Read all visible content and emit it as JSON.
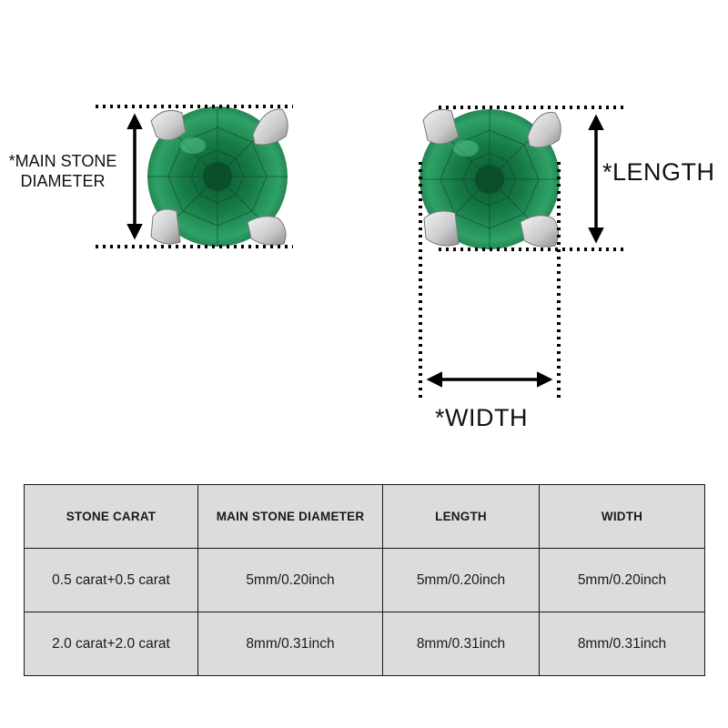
{
  "diagram": {
    "labels": {
      "main_stone_line1": "*MAIN STONE",
      "main_stone_line2": "DIAMETER",
      "length": "*LENGTH",
      "width": "*WIDTH"
    },
    "colors": {
      "gem_dark": "#0b4d2a",
      "gem_mid": "#1f8a52",
      "gem_light": "#4fc48d",
      "prong": "#d8d8d8",
      "line": "#000000"
    }
  },
  "table": {
    "headers": [
      "STONE CARAT",
      "MAIN STONE DIAMETER",
      "LENGTH",
      "WIDTH"
    ],
    "rows": [
      [
        "0.5 carat+0.5 carat",
        "5mm/0.20inch",
        "5mm/0.20inch",
        "5mm/0.20inch"
      ],
      [
        "2.0 carat+2.0 carat",
        "8mm/0.31inch",
        "8mm/0.31inch",
        "8mm/0.31inch"
      ]
    ],
    "colors": {
      "cell_bg": "#dcdcdc",
      "border": "#1a1a1a"
    }
  }
}
